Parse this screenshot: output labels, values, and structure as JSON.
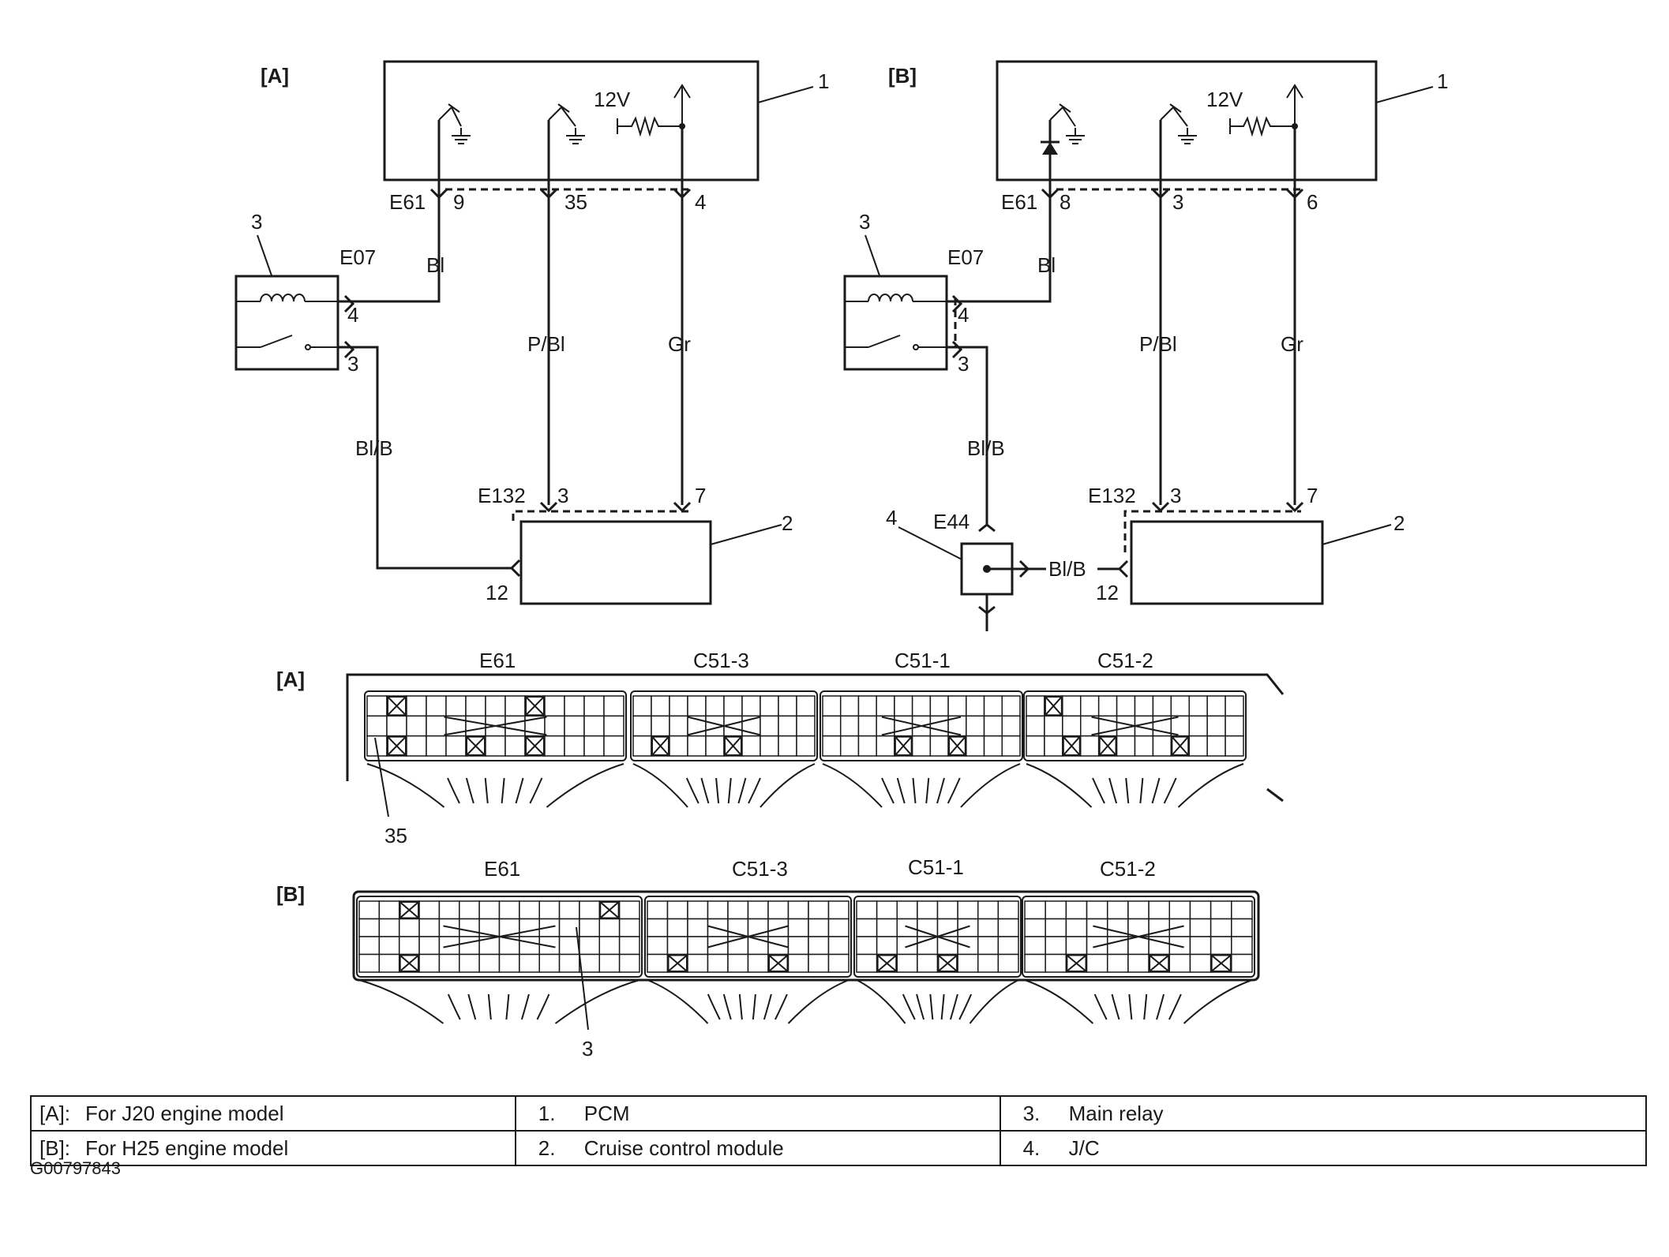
{
  "diagram": {
    "circuit_a": {
      "title": "[A]",
      "pcm_callout": "1",
      "supply": "12V",
      "pcm_connector": "E61",
      "pcm_pins": [
        "9",
        "35",
        "4"
      ],
      "relay_callout": "3",
      "relay_connector": "E07",
      "relay_pins": [
        "4",
        "3"
      ],
      "wires": [
        "Bl",
        "P/Bl",
        "Gr",
        "Bl/B"
      ],
      "module_connector": "E132",
      "module_pins": [
        "3",
        "7",
        "12"
      ],
      "module_callout": "2"
    },
    "circuit_b": {
      "title": "[B]",
      "pcm_callout": "1",
      "supply": "12V",
      "pcm_connector": "E61",
      "pcm_pins": [
        "8",
        "3",
        "6"
      ],
      "relay_callout": "3",
      "relay_connector": "E07",
      "relay_pins": [
        "4",
        "3"
      ],
      "wires": [
        "Bl",
        "P/Bl",
        "Gr",
        "Bl/B",
        "Bl/B"
      ],
      "jc_callout": "4",
      "jc_connector": "E44",
      "module_connector": "E132",
      "module_pins": [
        "3",
        "7",
        "12"
      ],
      "module_callout": "2"
    },
    "connector_a": {
      "title": "[A]",
      "labels": [
        "E61",
        "C51-3",
        "C51-1",
        "C51-2"
      ],
      "pin_callout": "35"
    },
    "connector_b": {
      "title": "[B]",
      "labels": [
        "E61",
        "C51-3",
        "C51-1",
        "C51-2"
      ],
      "pin_callout": "3"
    }
  },
  "legend": [
    [
      {
        "key": "[A]:",
        "text": "For J20 engine model"
      },
      {
        "key": "1.",
        "text": "PCM"
      },
      {
        "key": "3.",
        "text": "Main relay"
      }
    ],
    [
      {
        "key": "[B]:",
        "text": "For H25 engine model"
      },
      {
        "key": "2.",
        "text": "Cruise control module"
      },
      {
        "key": "4.",
        "text": "J/C"
      }
    ]
  ],
  "figure_id": "G00797843"
}
